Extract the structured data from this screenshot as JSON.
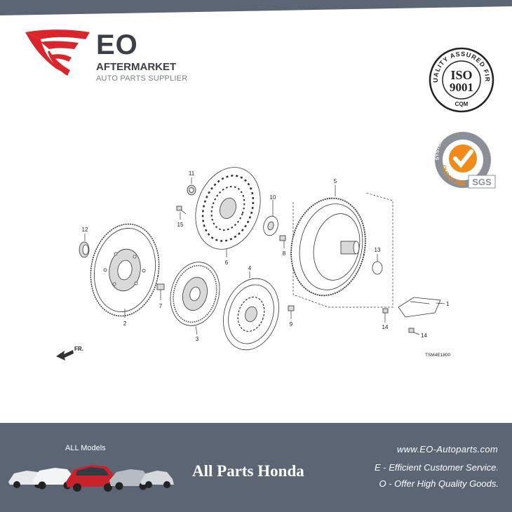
{
  "brand": {
    "name": "EO",
    "line": "AFTERMARKET",
    "subline": "AUTO PARTS SUPPLIER",
    "logo_color": "#d8262c"
  },
  "badges": {
    "iso": {
      "ring_text": "QUALITY ASSURED FIRM",
      "standard": "ISO",
      "number": "9001",
      "org": "CQM"
    },
    "sgs": {
      "ring_text": "SYSTEM CERTIFICATION",
      "standard": "OHSAS 18001",
      "org": "SGS",
      "accent": "#f08a1a"
    }
  },
  "diagram": {
    "code": "TSM4E1800",
    "direction": "FR.",
    "callouts": [
      "1",
      "2",
      "3",
      "4",
      "5",
      "6",
      "7",
      "8",
      "9",
      "10",
      "11",
      "12",
      "13",
      "14",
      "14",
      "15"
    ]
  },
  "footer": {
    "models_label": "ALL Models",
    "title": "All Parts Honda",
    "website": "www.EO-Autoparts.com",
    "slogan1": "E - Efficient Customer Service.",
    "slogan2": "O - Offer High Quality Goods.",
    "background": "#5b6574"
  }
}
